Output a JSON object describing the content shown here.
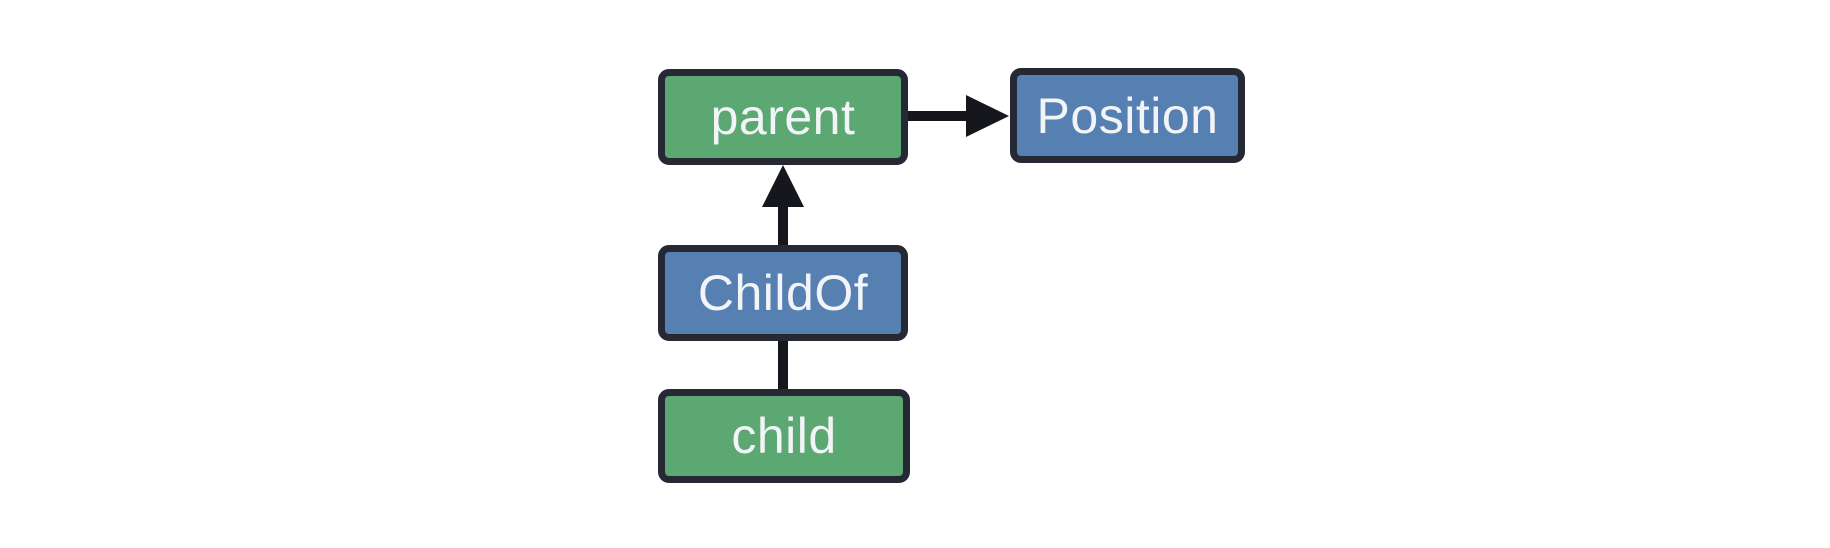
{
  "diagram": {
    "type": "graph",
    "background": "#ffffff",
    "colors": {
      "entity_fill": "#5ca872",
      "component_fill": "#567fb2",
      "node_border": "#262933",
      "edge": "#15171d",
      "label_text": "#f2f4f8"
    },
    "nodes": [
      {
        "id": "parent",
        "label": "parent",
        "kind": "entity"
      },
      {
        "id": "Position",
        "label": "Position",
        "kind": "component"
      },
      {
        "id": "ChildOf",
        "label": "ChildOf",
        "kind": "component"
      },
      {
        "id": "child",
        "label": "child",
        "kind": "entity"
      }
    ],
    "edges": [
      {
        "from": "parent",
        "to": "Position",
        "arrow": true
      },
      {
        "from": "ChildOf",
        "to": "parent",
        "arrow": true
      },
      {
        "from": "child",
        "to": "ChildOf",
        "arrow": false
      }
    ]
  }
}
